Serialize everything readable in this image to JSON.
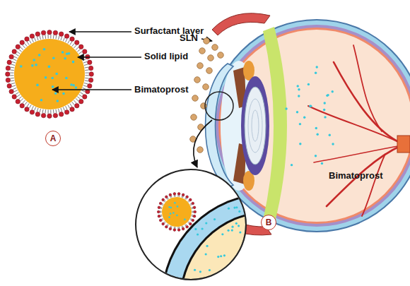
{
  "diagram": {
    "nodes": [
      {
        "text": [
          "A"
        ]
      },
      {
        "text": [
          "B"
        ]
      }
    ],
    "labels": [
      "Surfactant layer",
      "Solid lipid",
      "Bimatoprost",
      "SLN",
      "Bimatoprost"
    ]
  }
}
